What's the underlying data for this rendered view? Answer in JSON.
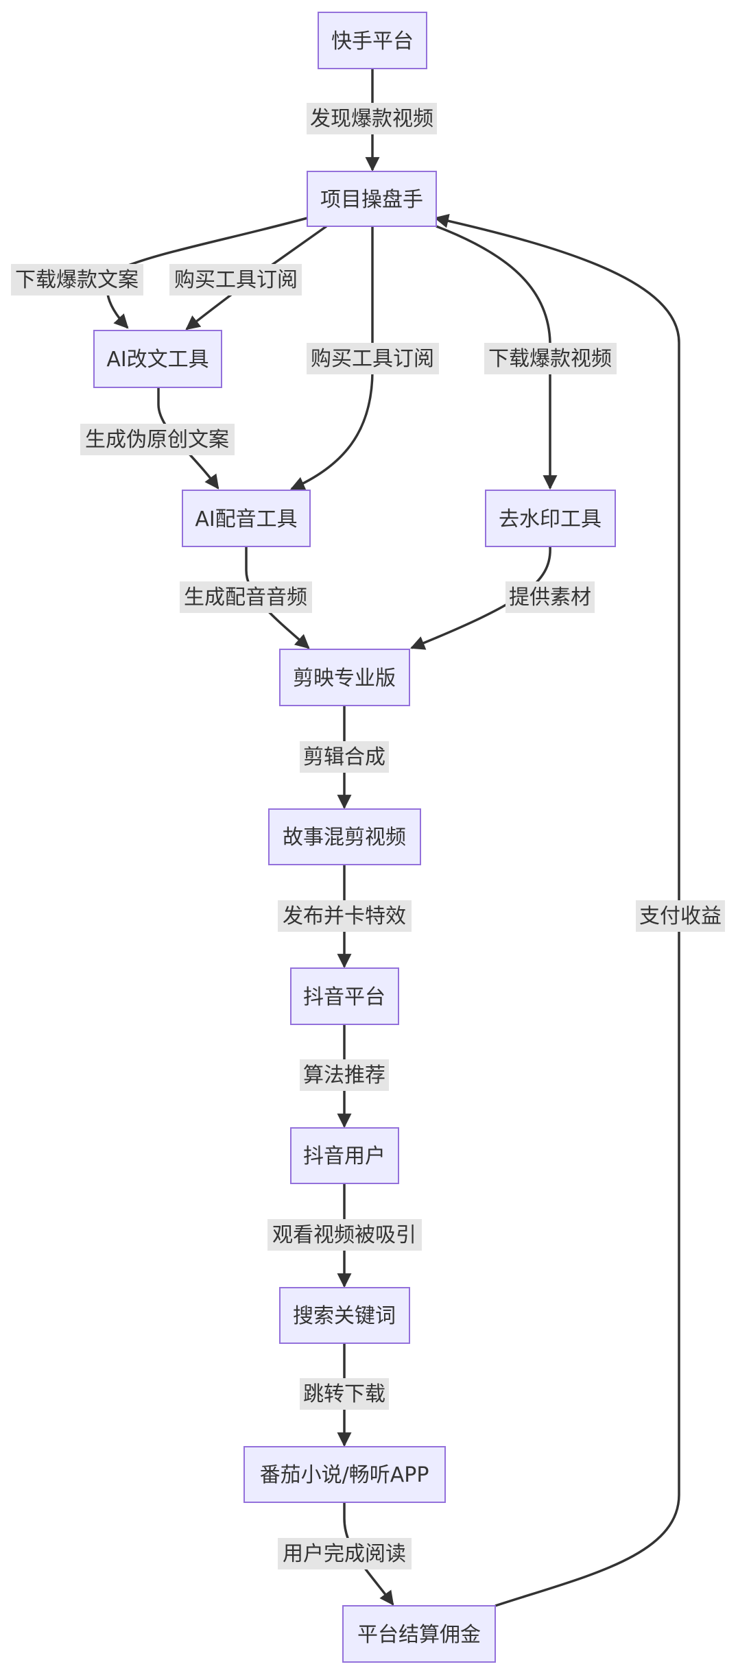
{
  "nodes": {
    "kuaishou": "快手平台",
    "operator": "项目操盘手",
    "ai_rewrite": "AI改文工具",
    "ai_voice": "AI配音工具",
    "watermark": "去水印工具",
    "jianying": "剪映专业版",
    "mashup": "故事混剪视频",
    "douyin": "抖音平台",
    "douyin_user": "抖音用户",
    "search": "搜索关键词",
    "fanqie": "番茄小说/畅听APP",
    "commission": "平台结算佣金"
  },
  "edges": {
    "e1": "发现爆款视频",
    "e2": "下载爆款文案",
    "e3": "购买工具订阅",
    "e4": "购买工具订阅",
    "e5": "下载爆款视频",
    "e6": "生成伪原创文案",
    "e7": "生成配音音频",
    "e8": "提供素材",
    "e9": "剪辑合成",
    "e10": "发布并卡特效",
    "e11": "算法推荐",
    "e12": "观看视频被吸引",
    "e13": "跳转下载",
    "e14": "用户完成阅读",
    "e15": "支付收益"
  }
}
